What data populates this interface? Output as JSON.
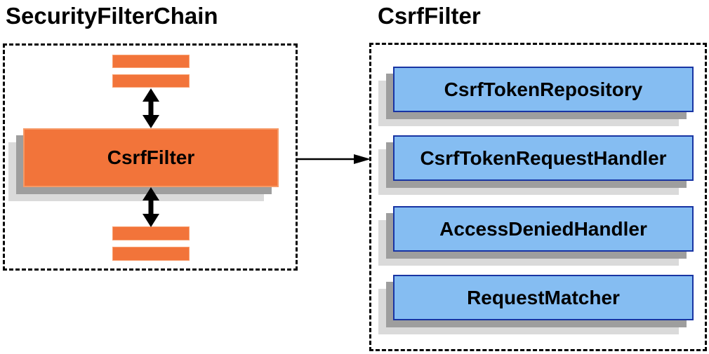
{
  "left_panel": {
    "title": "SecurityFilterChain",
    "filter_box_label": "CsrfFilter"
  },
  "right_panel": {
    "title": "CsrfFilter",
    "components": [
      "CsrfTokenRepository",
      "CsrfTokenRequestHandler",
      "AccessDeniedHandler",
      "RequestMatcher"
    ]
  },
  "colors": {
    "orange_fill": "#F2743A",
    "orange_highlight_border": "#F9A172",
    "blue_fill": "#85BDF2",
    "blue_border": "#1834A3",
    "shadow_dark": "#9E9E9E",
    "shadow_light": "#DADADA",
    "arrow": "#000000",
    "text": "#000000",
    "background": "#FFFFFF"
  }
}
